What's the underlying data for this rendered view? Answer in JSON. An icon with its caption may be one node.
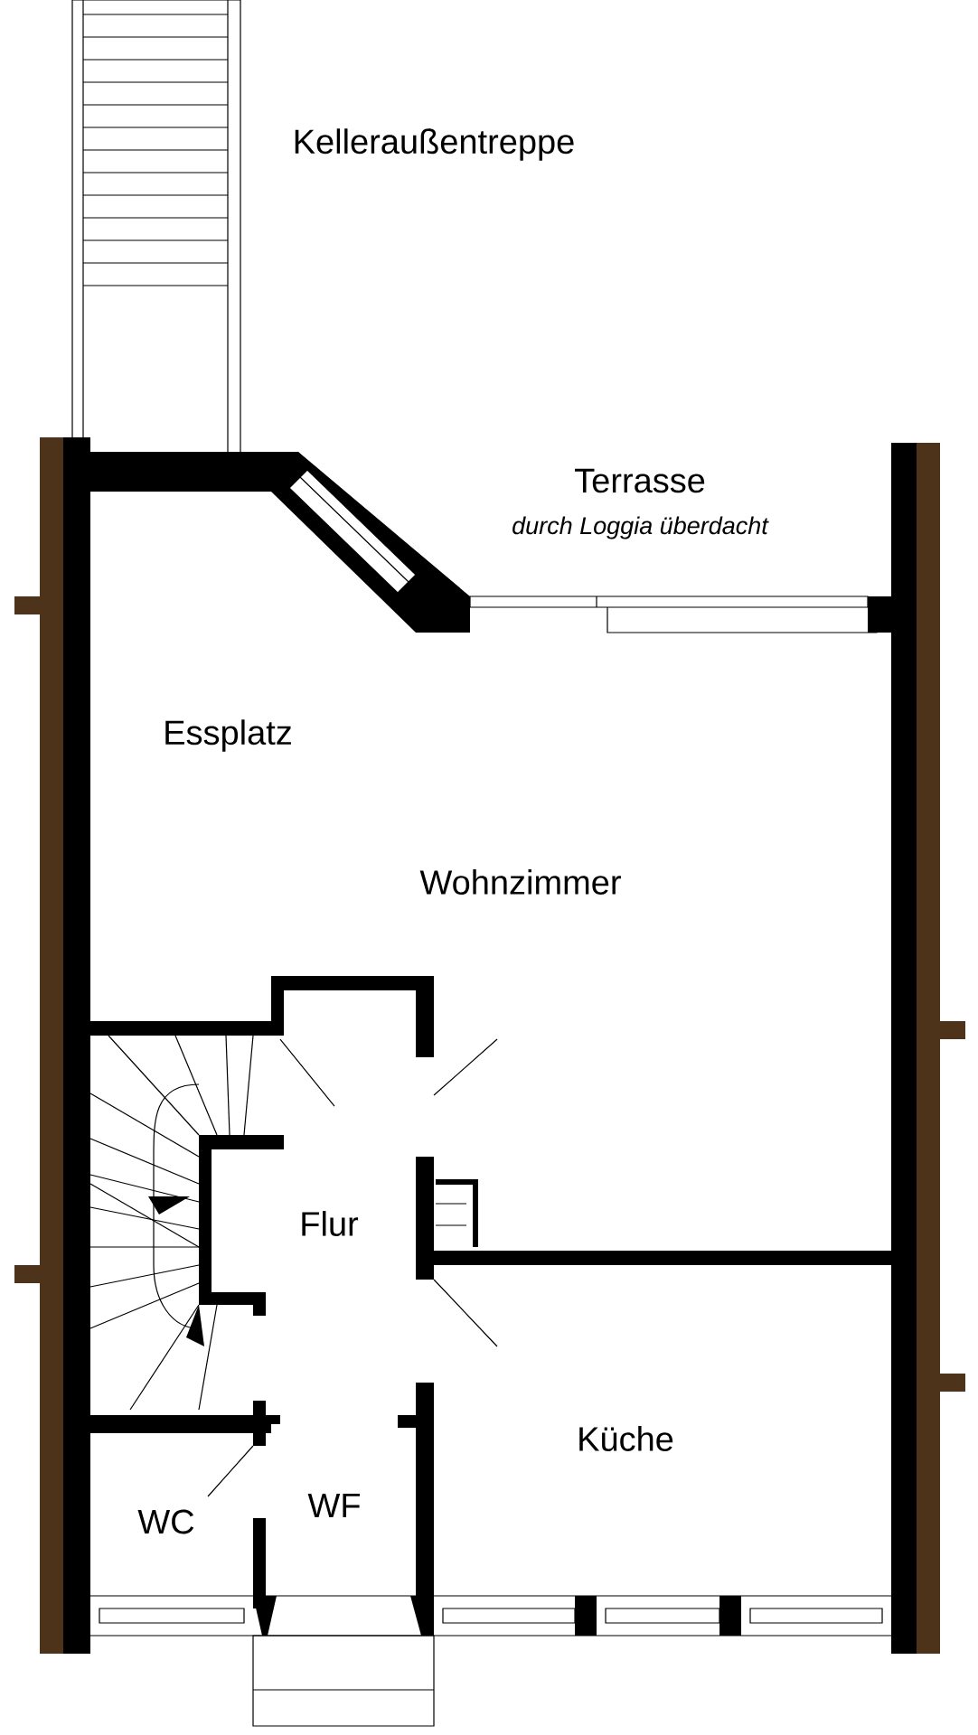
{
  "diagram": {
    "labels": [
      "Kelleraußentreppe",
      "Terrasse",
      "durch Loggia überdacht",
      "Essplatz",
      "Wohnzimmer",
      "Flur",
      "Küche",
      "WC",
      "WF"
    ]
  }
}
